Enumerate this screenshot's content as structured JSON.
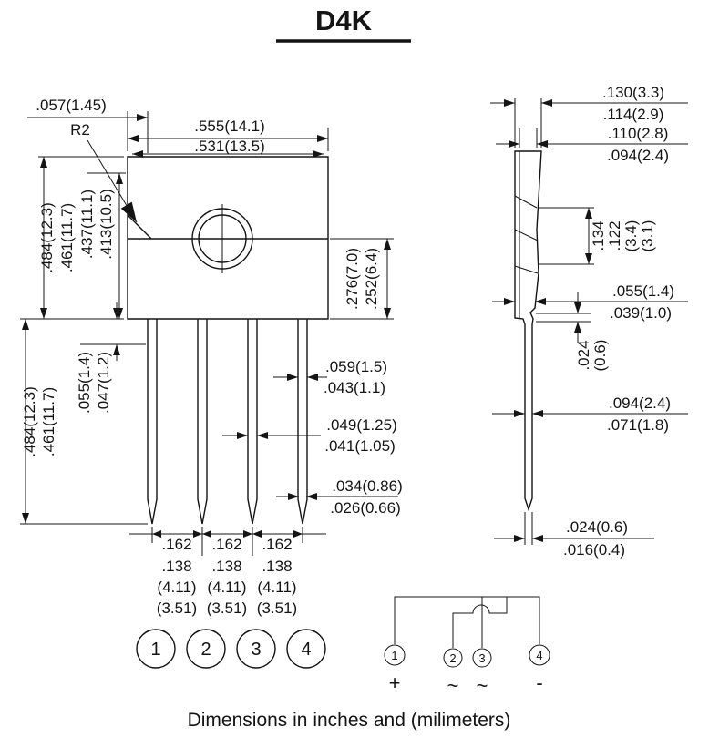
{
  "title": "D4K",
  "footer": "Dimensions in inches and (milimeters)",
  "colors": {
    "ink": "#141414",
    "paper": "#ffffff"
  },
  "front_view": {
    "radius_label": "R2",
    "corner_offset": ".057(1.45)",
    "width_max": ".555(14.1)",
    "width_min": ".531(13.5)",
    "body_height_max": ".484(12.3)",
    "body_height_min": ".461(11.7)",
    "inner_height_max": ".437(11.1)",
    "inner_height_min": ".413(10.5)",
    "hole_offset_max": ".276(7.0)",
    "hole_offset_min": ".252(6.4)",
    "lead_length_max": ".484(12.3)",
    "lead_length_min": ".461(11.7)",
    "shoulder_max": ".055(1.4)",
    "shoulder_min": ".047(1.2)",
    "lead_width_top_max": ".059(1.5)",
    "lead_width_top_min": ".043(1.1)",
    "lead_width_mid_max": ".049(1.25)",
    "lead_width_mid_min": ".041(1.05)",
    "lead_width_tip_max": ".034(0.86)",
    "lead_width_tip_min": ".026(0.66)",
    "pitch_in_max": ".162",
    "pitch_in_min": ".138",
    "pitch_mm_max": "(4.11)",
    "pitch_mm_min": "(3.51)",
    "pins": [
      "1",
      "2",
      "3",
      "4"
    ]
  },
  "side_view": {
    "thickness_top_max": ".130(3.3)",
    "thickness_top_min": ".114(2.9)",
    "thickness_mid_max": ".110(2.8)",
    "thickness_mid_min": ".094(2.4)",
    "tab_height_max": ".134",
    "tab_height_min": ".122",
    "tab_height_mm_max": "(3.4)",
    "tab_height_mm_min": "(3.1)",
    "step_max": ".055(1.4)",
    "step_min": ".039(1.0)",
    "notch_in": ".024",
    "notch_mm": "(0.6)",
    "lead_offset_max": ".094(2.4)",
    "lead_offset_min": ".071(1.8)",
    "tip_thickness_max": ".024(0.6)",
    "tip_thickness_min": ".016(0.4)"
  },
  "schematic": {
    "pins": [
      "1",
      "2",
      "3",
      "4"
    ],
    "polarity": [
      "+",
      "~",
      "~",
      "-"
    ]
  }
}
